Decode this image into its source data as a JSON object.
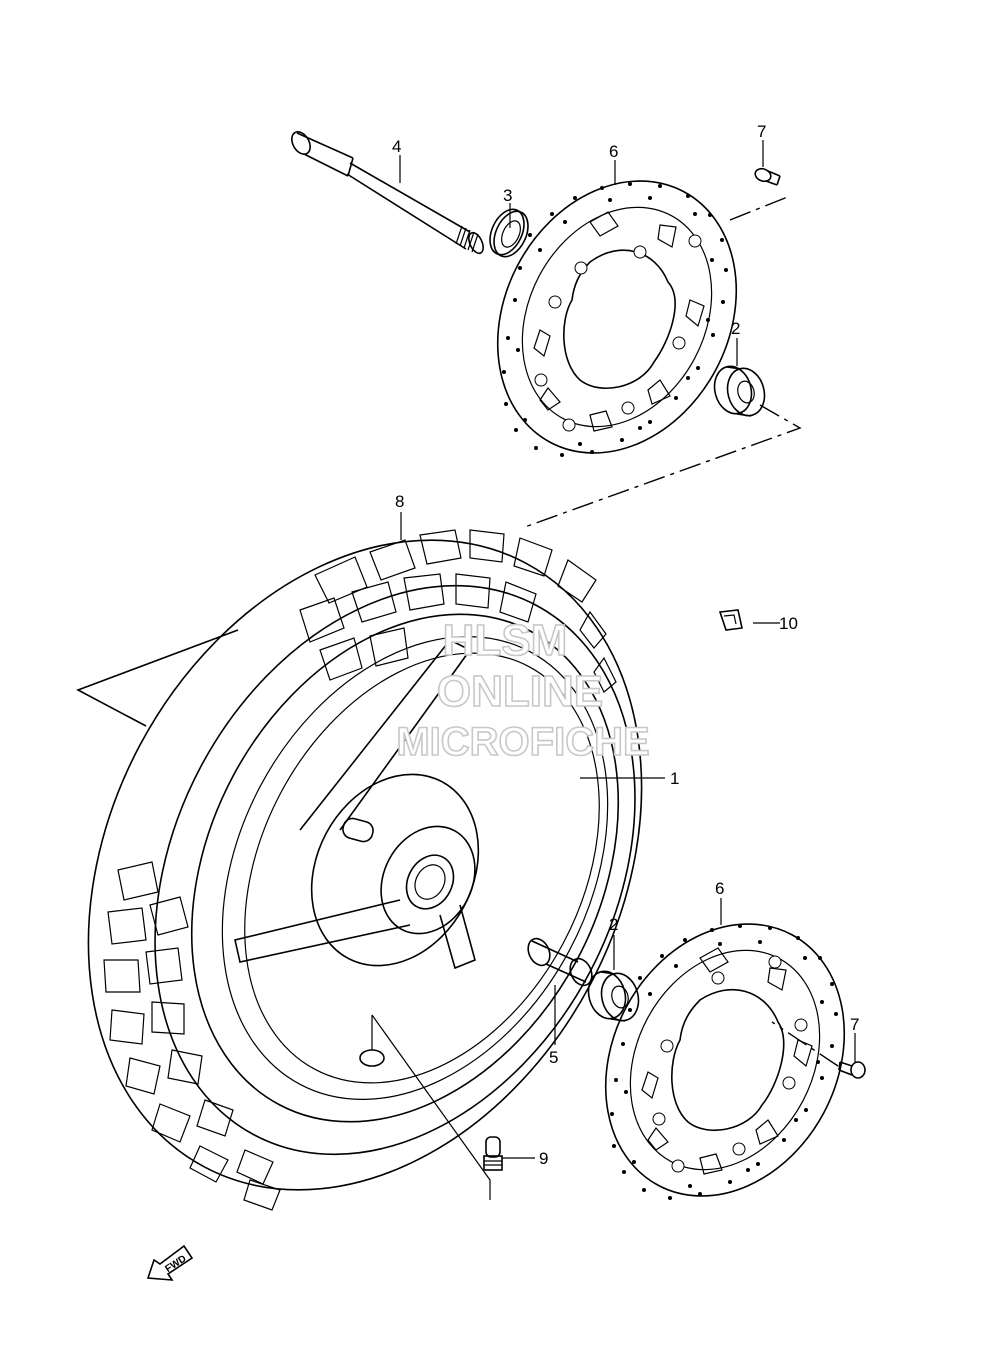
{
  "callouts": [
    {
      "id": "c1",
      "text": "1"
    },
    {
      "id": "c2a",
      "text": "2"
    },
    {
      "id": "c2b",
      "text": "2"
    },
    {
      "id": "c3",
      "text": "3"
    },
    {
      "id": "c4",
      "text": "4"
    },
    {
      "id": "c5",
      "text": "5"
    },
    {
      "id": "c6a",
      "text": "6"
    },
    {
      "id": "c6b",
      "text": "6"
    },
    {
      "id": "c7a",
      "text": "7"
    },
    {
      "id": "c7b",
      "text": "7"
    },
    {
      "id": "c8",
      "text": "8"
    },
    {
      "id": "c9",
      "text": "9"
    },
    {
      "id": "c10",
      "text": "10"
    }
  ],
  "watermark": {
    "line1": "HLSM",
    "line2": "ONLINE",
    "line3": "MICROFICHE"
  },
  "fwd_label": "FWD",
  "colors": {
    "ink": "#000000",
    "watermark_stroke": "#c8c8c8",
    "background": "#ffffff"
  }
}
